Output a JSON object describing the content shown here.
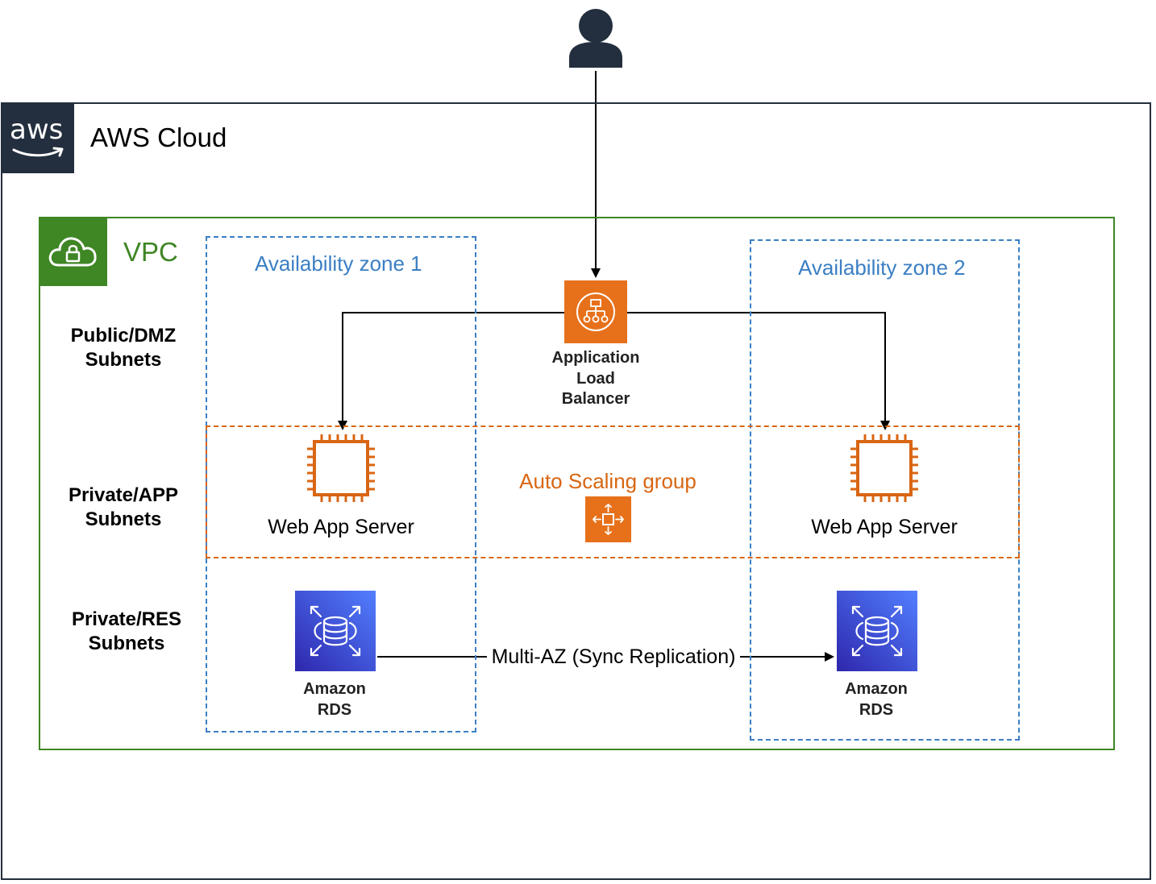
{
  "cloud": {
    "title": "AWS Cloud",
    "logo_text": "aws"
  },
  "vpc": {
    "label": "VPC"
  },
  "tiers": [
    {
      "line1": "Public/DMZ",
      "line2": "Subnets"
    },
    {
      "line1": "Private/APP",
      "line2": "Subnets"
    },
    {
      "line1": "Private/RES",
      "line2": "Subnets"
    }
  ],
  "zones": [
    {
      "label": "Availability zone 1"
    },
    {
      "label": "Availability zone 2"
    }
  ],
  "load_balancer": {
    "line1": "Application",
    "line2": "Load",
    "line3": "Balancer"
  },
  "auto_scaling": {
    "label": "Auto Scaling group"
  },
  "servers": [
    {
      "label": "Web App Server"
    },
    {
      "label": "Web App Server"
    }
  ],
  "databases": [
    {
      "line1": "Amazon",
      "line2": "RDS"
    },
    {
      "line1": "Amazon",
      "line2": "RDS"
    }
  ],
  "replication": {
    "label": "Multi-AZ (Sync Replication)"
  },
  "colors": {
    "dark": "#232f3e",
    "vpc_green": "#3f8624",
    "zone_blue": "#3b7fc4",
    "asg_orange": "#d86613",
    "elb_orange": "#e7711b",
    "rds_blue": "#3b48cc"
  },
  "icons": {
    "user": "user-icon",
    "cloud": "aws-logo-icon",
    "vpc": "vpc-cloud-lock-icon",
    "alb": "load-balancer-icon",
    "ec2": "ec2-chip-icon",
    "asg": "auto-scaling-icon",
    "rds": "rds-database-icon"
  }
}
